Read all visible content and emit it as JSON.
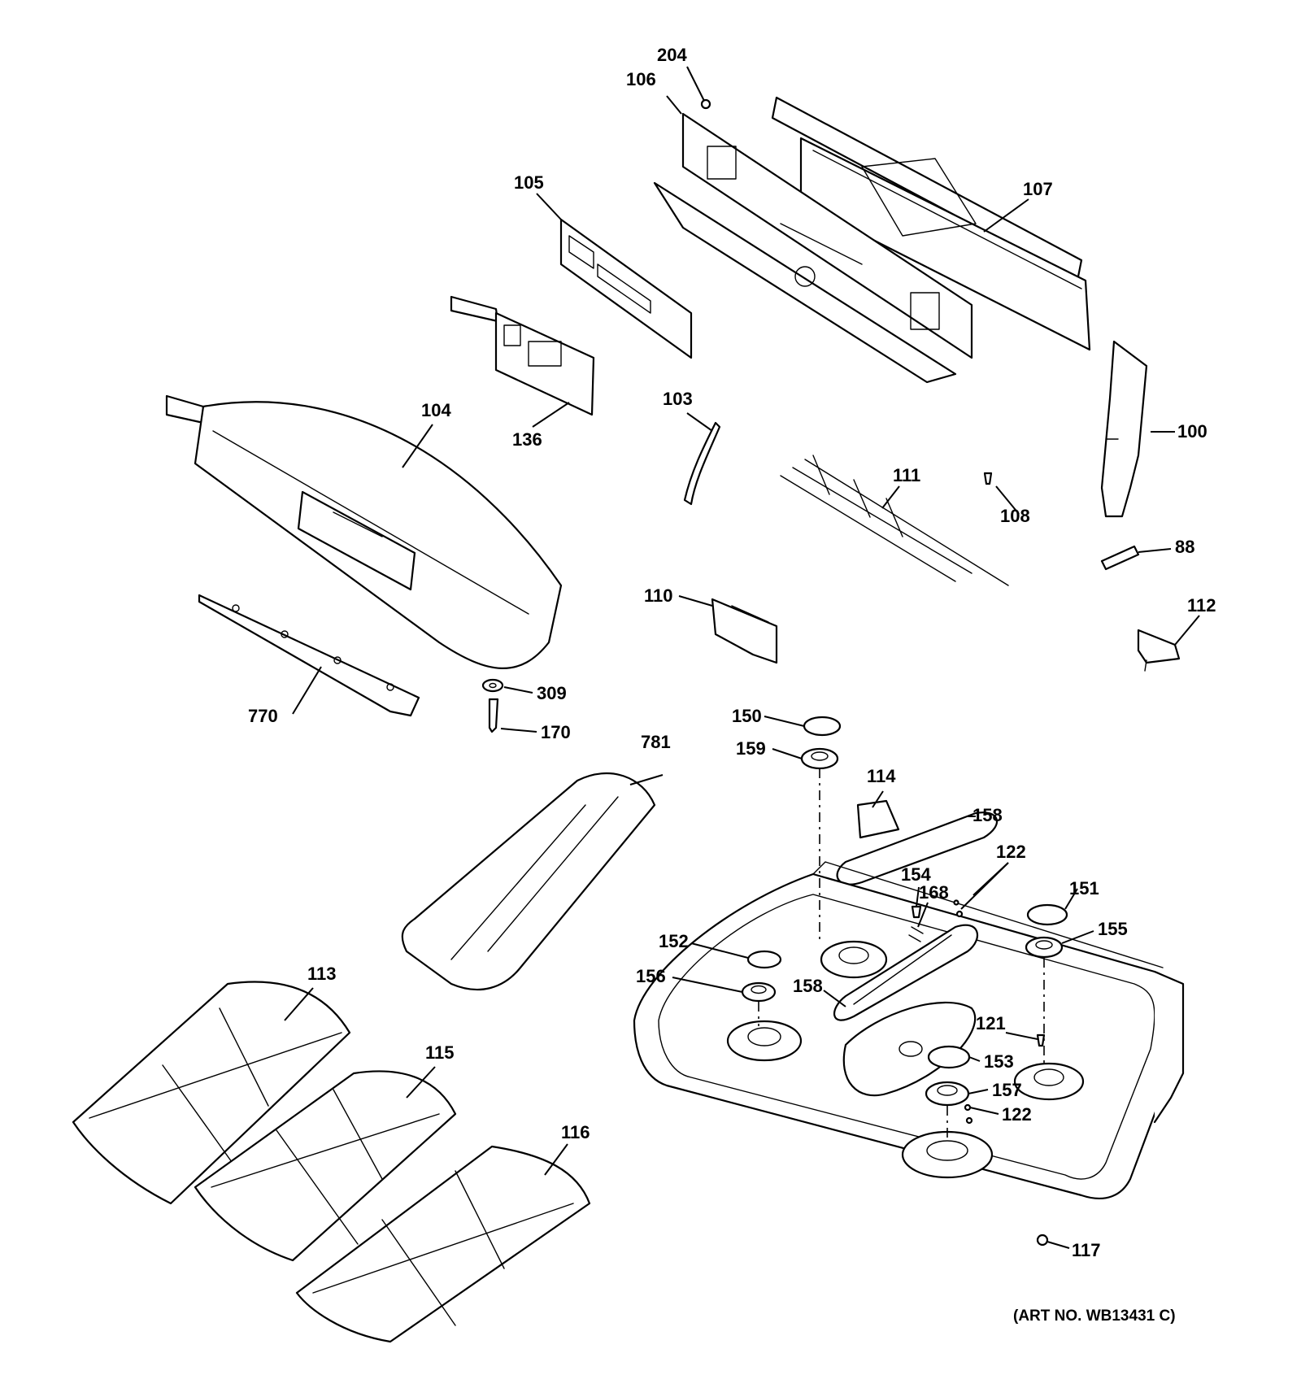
{
  "art_number": "(ART NO. WB13431 C)",
  "callouts": {
    "c204": "204",
    "c106": "106",
    "c105": "105",
    "c107": "107",
    "c104": "104",
    "c136": "136",
    "c103": "103",
    "c100": "100",
    "c111": "111",
    "c108": "108",
    "c88": "88",
    "c110": "110",
    "c112": "112",
    "c309": "309",
    "c170": "170",
    "c770": "770",
    "c150": "150",
    "c781": "781",
    "c159": "159",
    "c114": "114",
    "c158a": "158",
    "c122a": "122",
    "c154": "154",
    "c168": "168",
    "c151": "151",
    "c152": "152",
    "c155": "155",
    "c156": "156",
    "c158b": "158",
    "c113": "113",
    "c121": "121",
    "c153": "153",
    "c115": "115",
    "c157": "157",
    "c122b": "122",
    "c116": "116",
    "c117": "117"
  }
}
